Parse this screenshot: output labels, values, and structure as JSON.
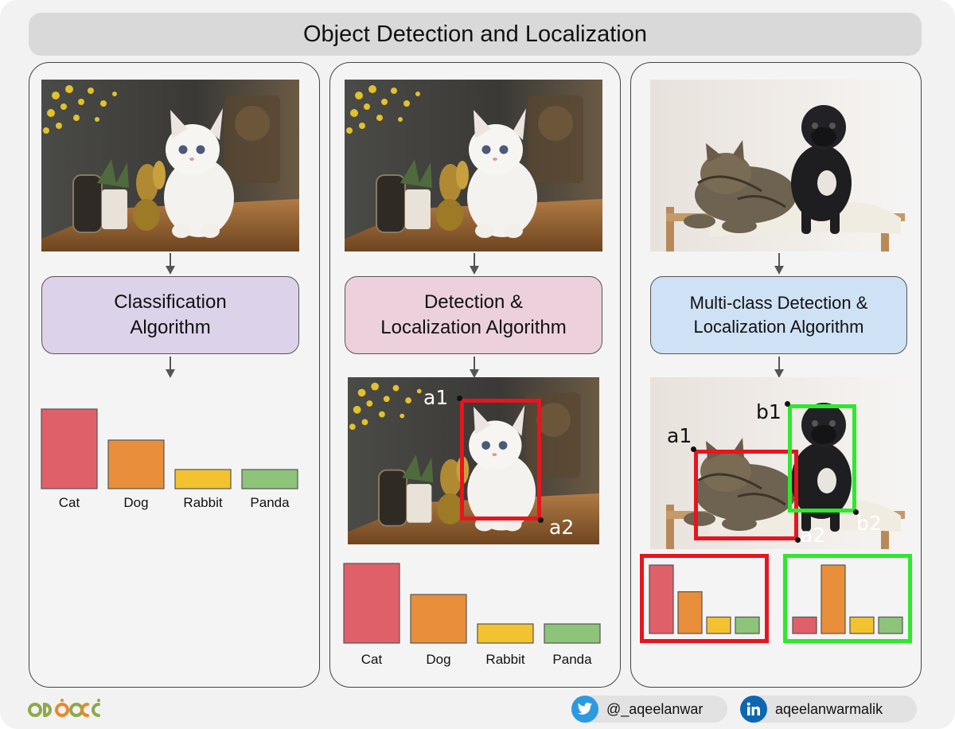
{
  "title": "Object Detection and Localization",
  "panels": [
    {
      "algorithm_lines": [
        "Classification",
        "Algorithm"
      ]
    },
    {
      "algorithm_lines": [
        "Detection &",
        "Localization Algorithm"
      ],
      "points": {
        "a1": "a1",
        "a2": "a2"
      }
    },
    {
      "algorithm_lines": [
        "Multi-class Detection &",
        "Localization Algorithm"
      ],
      "points": {
        "a1": "a1",
        "a2": "a2",
        "b1": "b1",
        "b2": "b2"
      }
    }
  ],
  "colors": {
    "cat": "#e0606a",
    "dog": "#e98e3a",
    "rabbit": "#f2c230",
    "panda": "#8dc47a",
    "box_red": "#e8141e",
    "box_green": "#2ee82e",
    "twitter": "#2c9ae0",
    "linkedin": "#0d66b2",
    "logo_green": "#8fa84a",
    "logo_orange": "#e58a2a"
  },
  "chart_data": [
    {
      "type": "bar",
      "categories": [
        "Cat",
        "Dog",
        "Rabbit",
        "Panda"
      ],
      "values": [
        100,
        61,
        24,
        24
      ],
      "ylim": [
        0,
        100
      ]
    },
    {
      "type": "bar",
      "categories": [
        "Cat",
        "Dog",
        "Rabbit",
        "Panda"
      ],
      "values": [
        100,
        61,
        24,
        24
      ],
      "ylim": [
        0,
        100
      ]
    },
    {
      "type": "bar",
      "categories": [],
      "values": [
        100,
        61,
        24,
        24
      ],
      "ylim": [
        0,
        100
      ]
    },
    {
      "type": "bar",
      "categories": [],
      "values": [
        24,
        100,
        24,
        24
      ],
      "ylim": [
        0,
        100
      ]
    }
  ],
  "social": {
    "twitter": "@_aqeelanwar",
    "linkedin": "aqeelanwarmalik"
  },
  "icons": {
    "twitter": "twitter-bird-icon",
    "linkedin": "linkedin-icon",
    "arrow": "arrow-down-icon"
  }
}
